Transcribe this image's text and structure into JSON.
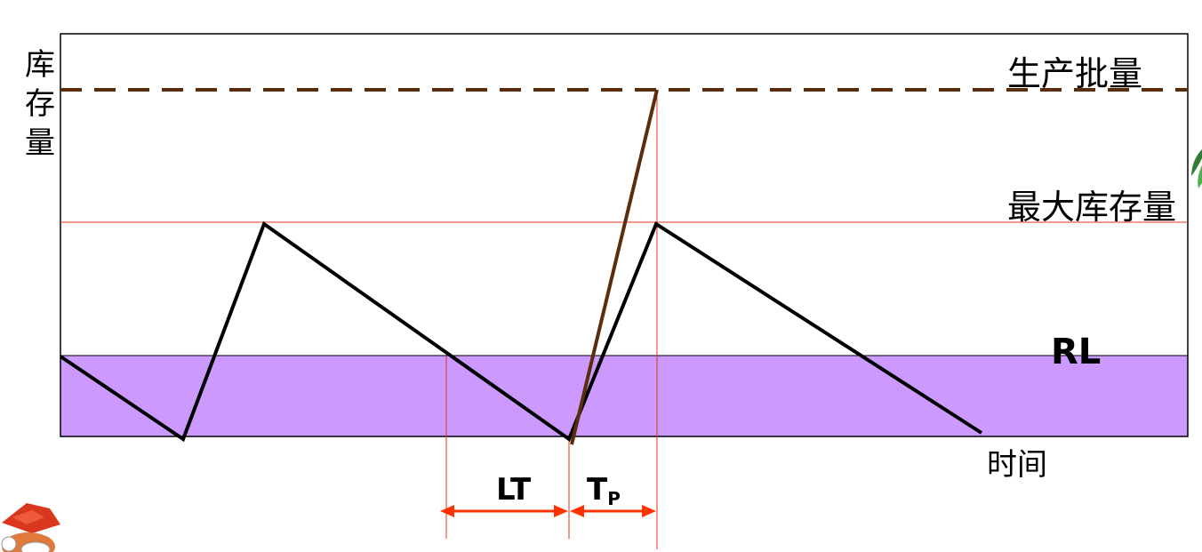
{
  "diagram": {
    "y_axis_label": [
      "库",
      "存",
      "量"
    ],
    "x_axis_label": "时间",
    "production_batch_label": "生产批量",
    "max_inventory_label": "最大库存量",
    "reorder_level_label": "RL",
    "lead_time_label": "LT",
    "production_time_label": "T",
    "production_time_subscript": "P",
    "colors": {
      "frame": "#000000",
      "sawtooth": "#000000",
      "production_line": "#5a2d0c",
      "production_batch_dash": "#5a2d0c",
      "max_inventory_line": "#e8331a",
      "reorder_band": "#cc99ff",
      "arrows": "#ff3300",
      "guide_lines": "#e8331a"
    },
    "icons": [
      "professor-mascot-icon",
      "plant-leaf-icon"
    ]
  }
}
